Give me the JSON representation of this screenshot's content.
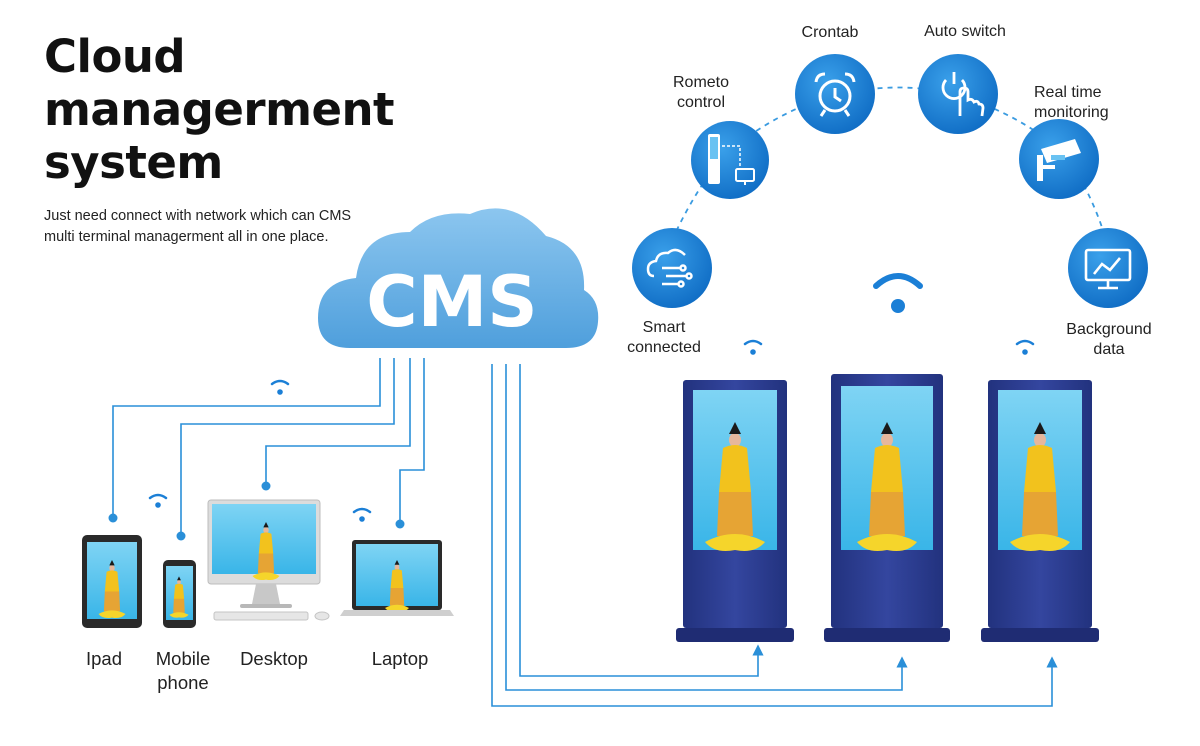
{
  "title": {
    "line1": "Cloud",
    "line2": "managerment",
    "line3": "system"
  },
  "subtitle": {
    "line1": "Just need connect with network which can CMS",
    "line2": "multi terminal managerment all in one place."
  },
  "cloud": {
    "label": "CMS",
    "color": "#5ea9e0"
  },
  "features": {
    "smart": {
      "line1": "Smart",
      "line2": "connected",
      "icon": "cloud-network-icon"
    },
    "remote": {
      "line1": "Rometo",
      "line2": "control",
      "icon": "remote-control-icon"
    },
    "crontab": {
      "line1": "Crontab",
      "icon": "alarm-clock-icon"
    },
    "autoswitch": {
      "line1": "Auto switch",
      "icon": "power-touch-icon"
    },
    "realtime": {
      "line1": "Real time",
      "line2": "monitoring",
      "icon": "cctv-camera-icon"
    },
    "background": {
      "line1": "Background",
      "line2": "data",
      "icon": "monitor-chart-icon"
    }
  },
  "devices": {
    "ipad": {
      "line1": "Ipad"
    },
    "mobile": {
      "line1": "Mobile",
      "line2": "phone"
    },
    "desktop": {
      "line1": "Desktop"
    },
    "laptop": {
      "line1": "Laptop"
    }
  },
  "colors": {
    "line": "#2a8fd8",
    "feature_circle": "#1b7fd6",
    "kiosk": "#2b3d96",
    "kiosk_screen": "#5cc8ee"
  }
}
